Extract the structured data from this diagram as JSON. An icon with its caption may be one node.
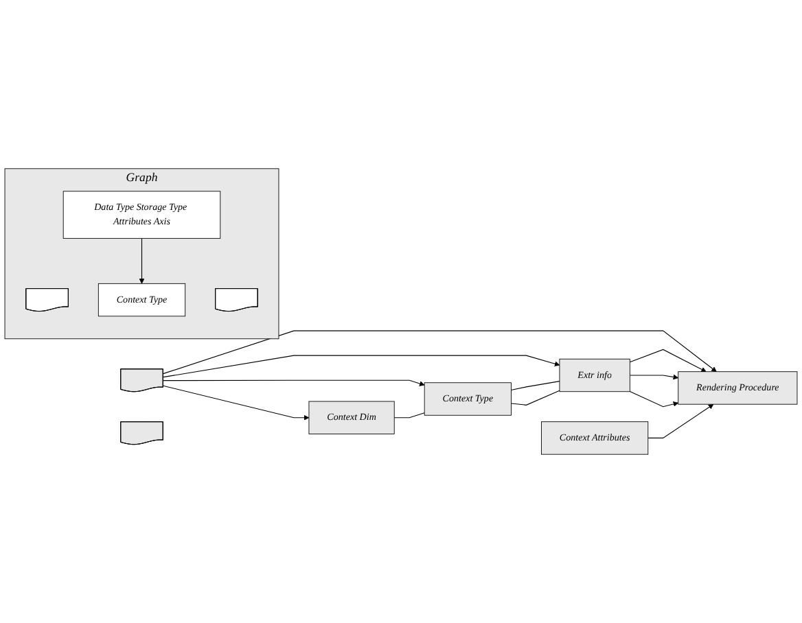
{
  "diagram": {
    "nodes": [
      {
        "text": [],
        "shape": "document"
      },
      {
        "text": [],
        "shape": "document"
      },
      {
        "text": [
          "Graph"
        ]
      },
      {
        "text": [],
        "shape": "document",
        "in": 2
      },
      {
        "text": [],
        "shape": "document",
        "in": 2
      },
      {
        "text": [
          "Data Type Storage Type Attributes Axis"
        ],
        "in": 2
      },
      {
        "text": [
          "Context Type"
        ],
        "in": 2
      },
      {
        "text": [
          "Context Dim"
        ]
      },
      {
        "text": [
          "Context Type"
        ]
      },
      {
        "text": [
          "Extr info"
        ]
      },
      {
        "text": [
          "Rendering Procedure"
        ]
      },
      {
        "text": [
          "Context Attributes"
        ]
      }
    ],
    "edges": [
      {
        "from": 5,
        "to": 6,
        "arrow": "to"
      },
      {
        "from": 0,
        "to": 7,
        "arrow": "to"
      },
      {
        "from": 0,
        "to": 8,
        "arrow": "to"
      },
      {
        "from": 0,
        "to": 9,
        "arrow": "to"
      },
      {
        "from": 0,
        "to": 10,
        "arrow": "to"
      },
      {
        "from": 7,
        "to": 8,
        "arrow": "none"
      },
      {
        "from": 8,
        "to": 9,
        "arrow": "none"
      },
      {
        "from": 8,
        "to": 9,
        "arrow": "none"
      },
      {
        "from": 9,
        "to": 10,
        "arrow": "to"
      },
      {
        "from": 9,
        "to": 10,
        "arrow": "to"
      },
      {
        "from": 9,
        "to": 10,
        "arrow": "to"
      },
      {
        "from": 11,
        "to": 10,
        "arrow": "to"
      }
    ]
  }
}
